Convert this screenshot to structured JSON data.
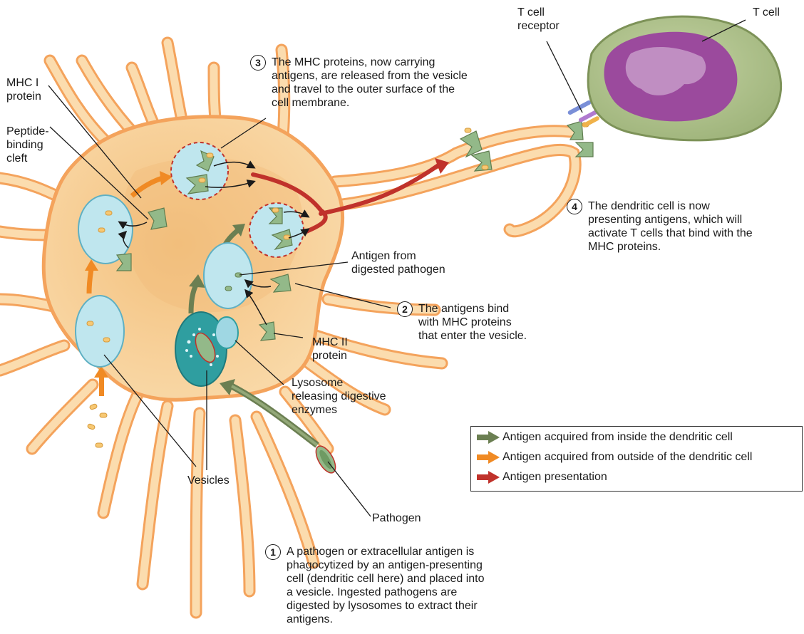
{
  "labels": {
    "mhc1": "MHC I\nprotein",
    "peptide_cleft": "Peptide-\nbinding\ncleft",
    "antigen_digested": "Antigen from\ndigested pathogen",
    "mhc2": "MHC II\nprotein",
    "lysosome": "Lysosome\nreleasing digestive\nenzymes",
    "vesicles": "Vesicles",
    "pathogen": "Pathogen",
    "tcell_receptor": "T cell\nreceptor",
    "tcell": "T cell"
  },
  "steps": [
    {
      "num": "1",
      "text": "A pathogen or extracellular antigen is\nphagocytized by an antigen-presenting\ncell (dendritic cell here) and placed into\na vesicle. Ingested pathogens are\ndigested by lysosomes to extract their\nantigens."
    },
    {
      "num": "2",
      "text": "The antigens bind\nwith MHC proteins\nthat enter the vesicle."
    },
    {
      "num": "3",
      "text": "The MHC proteins, now carrying\nantigens, are released from the vesicle\nand travel to the outer surface of the\ncell membrane."
    },
    {
      "num": "4",
      "text": "The dendritic cell is now\npresenting antigens, which will\nactivate T cells that bind with the\nMHC proteins."
    }
  ],
  "legend": [
    {
      "text": "Antigen acquired from inside the dendritic cell",
      "color": "#6b7f52"
    },
    {
      "text": "Antigen acquired from outside of the dendritic cell",
      "color": "#f08a24"
    },
    {
      "text": "Antigen presentation",
      "color": "#c0322b"
    }
  ],
  "colors": {
    "cell_fill": "#f6c98a",
    "cell_edge": "#f4a35c",
    "vesicle": "#bfe6ee",
    "lysosome_vesicle": "#2f9ea0",
    "mhc": "#93b989",
    "antigen": "#f7c873",
    "tcell_fill": "#a9bd85",
    "tcell_nucleus": "#9b4a9d"
  }
}
